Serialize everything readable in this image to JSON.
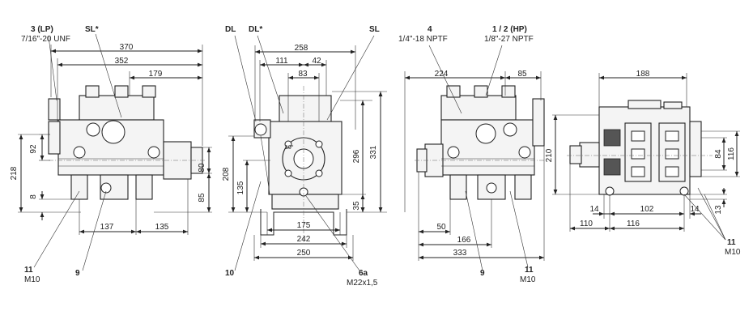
{
  "views": {
    "left": {
      "port_lp": "3 (LP)",
      "port_lp_thread": "7/16\"-20 UNF",
      "safety": "SL*",
      "d370": "370",
      "d352": "352",
      "d179": "179",
      "d92": "92",
      "d218": "218",
      "d8": "8",
      "d80": "80",
      "d85": "85",
      "d137": "137",
      "d135": "135",
      "ref11": "11",
      "ref11_thread": "M10",
      "ref9": "9"
    },
    "side": {
      "dl": "DL",
      "dl_star": "DL*",
      "sl": "SL",
      "d258": "258",
      "d111": "111",
      "d42": "42",
      "d83": "83",
      "d208": "208",
      "d135": "135",
      "d296": "296",
      "d331": "331",
      "d35": "35",
      "d175": "175",
      "d242": "242",
      "d250": "250",
      "angle": "10°",
      "ref10": "10",
      "ref6a": "6a",
      "ref6a_thread": "M22x1,5"
    },
    "right": {
      "port4": "4",
      "port4_thread": "1/4\"-18 NPTF",
      "port_hp": "1 / 2 (HP)",
      "port_hp_thread": "1/8\"-27 NPTF",
      "d224": "224",
      "d85": "85",
      "d50": "50",
      "d166": "166",
      "d333": "333",
      "ref9": "9",
      "ref11": "11",
      "ref11_thread": "M10"
    },
    "top": {
      "d188": "188",
      "d210": "210",
      "d84": "84",
      "d116v": "116",
      "d14a": "14",
      "d102": "102",
      "d14b": "14",
      "d13": "13",
      "d110": "110",
      "d116": "116",
      "ref11": "11",
      "ref11_thread": "M10"
    }
  }
}
